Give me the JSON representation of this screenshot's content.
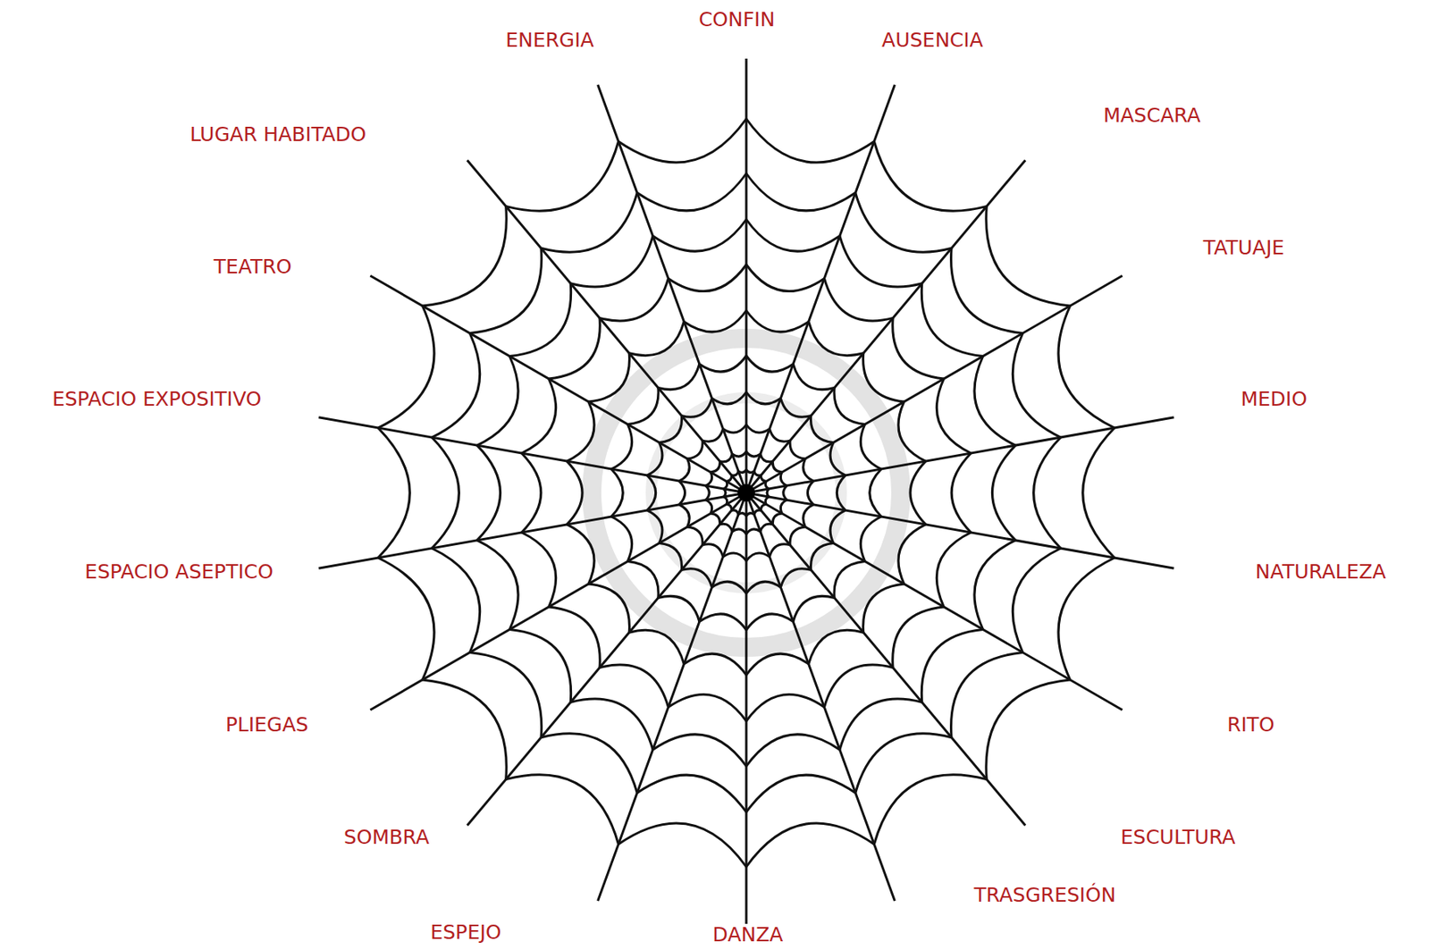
{
  "diagram": {
    "labels": [
      "CONFIN",
      "ENERGIA",
      "AUSENCIA",
      "MASCARA",
      "LUGAR HABITADO",
      "TATUAJE",
      "TEATRO",
      "ESPACIO EXPOSITIVO",
      "MEDIO",
      "ESPACIO ASEPTICO",
      "NATURALEZA",
      "PLIEGAS",
      "RITO",
      "SOMBRA",
      "ESCULTURA",
      "TRASGRESIÓN",
      "ESPEJO",
      "DANZA"
    ]
  }
}
